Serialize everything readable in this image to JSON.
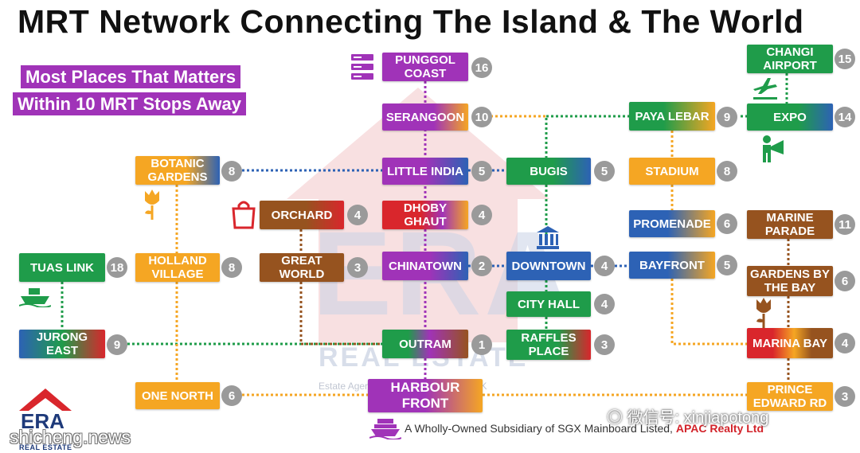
{
  "title": "MRT Network Connecting The Island & The World",
  "tagline": {
    "line1": "Most Places That Matters",
    "line2": "Within 10 MRT Stops Away"
  },
  "stations": [
    {
      "id": "punggol-coast",
      "name": "PUNGGOL COAST",
      "stops": "16"
    },
    {
      "id": "serangoon",
      "name": "SERANGOON",
      "stops": "10"
    },
    {
      "id": "little-india",
      "name": "LITTLE INDIA",
      "stops": "5"
    },
    {
      "id": "dhoby-ghaut",
      "name": "DHOBY GHAUT",
      "stops": "4"
    },
    {
      "id": "chinatown",
      "name": "CHINATOWN",
      "stops": "2"
    },
    {
      "id": "outram",
      "name": "OUTRAM",
      "stops": "1"
    },
    {
      "id": "harbour-front",
      "name": "HARBOUR FRONT",
      "stops": ""
    },
    {
      "id": "bugis",
      "name": "BUGIS",
      "stops": "5"
    },
    {
      "id": "downtown",
      "name": "DOWNTOWN",
      "stops": "4"
    },
    {
      "id": "city-hall",
      "name": "CITY HALL",
      "stops": "4"
    },
    {
      "id": "raffles-place",
      "name": "RAFFLES PLACE",
      "stops": "3"
    },
    {
      "id": "botanic-gardens",
      "name": "BOTANIC GARDENS",
      "stops": "8"
    },
    {
      "id": "orchard",
      "name": "ORCHARD",
      "stops": "4"
    },
    {
      "id": "great-world",
      "name": "GREAT WORLD",
      "stops": "3"
    },
    {
      "id": "holland-village",
      "name": "HOLLAND VILLAGE",
      "stops": "8"
    },
    {
      "id": "tuas-link",
      "name": "TUAS LINK",
      "stops": "18"
    },
    {
      "id": "jurong-east",
      "name": "JURONG EAST",
      "stops": "9"
    },
    {
      "id": "one-north",
      "name": "ONE NORTH",
      "stops": "6"
    },
    {
      "id": "paya-lebar",
      "name": "PAYA LEBAR",
      "stops": "9"
    },
    {
      "id": "stadium",
      "name": "STADIUM",
      "stops": "8"
    },
    {
      "id": "promenade",
      "name": "PROMENADE",
      "stops": "6"
    },
    {
      "id": "bayfront",
      "name": "BAYFRONT",
      "stops": "5"
    },
    {
      "id": "changi-airport",
      "name": "CHANGI AIRPORT",
      "stops": "15"
    },
    {
      "id": "expo",
      "name": "EXPO",
      "stops": "14"
    },
    {
      "id": "marine-parade",
      "name": "MARINE PARADE",
      "stops": "11"
    },
    {
      "id": "gardens-by-the-bay",
      "name": "GARDENS BY THE BAY",
      "stops": "6"
    },
    {
      "id": "marina-bay",
      "name": "MARINA BAY",
      "stops": "4"
    },
    {
      "id": "prince-edward-rd",
      "name": "PRINCE EDWARD RD",
      "stops": "3"
    }
  ],
  "watermark": {
    "brand": "ERA",
    "sub": "REAL ESTATE",
    "agency": "Estate Agency License No.: L3002382K"
  },
  "footer": {
    "text": "A Wholly-Owned Subsidiary of SGX Mainboard  Listed,",
    "company": "APAC Realty Ltd"
  },
  "wechat": "微信号: xinjiapotong",
  "site": "shicheng.news",
  "logo": {
    "brand": "ERA",
    "sub": "REAL ESTATE"
  },
  "colors": {
    "purple": "#a033b8",
    "blue": "#2d62b5",
    "green": "#1f9c4a",
    "orange": "#f5a623",
    "brown": "#96531f",
    "red": "#d9262c",
    "grey_badge": "#9a9a9a"
  }
}
